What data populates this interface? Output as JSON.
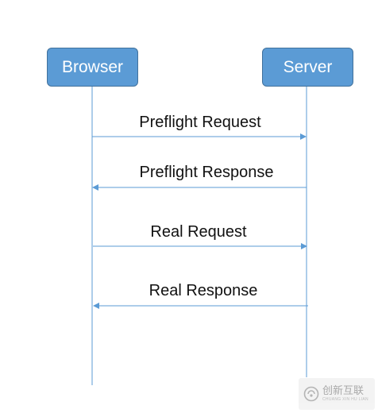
{
  "actors": [
    {
      "name": "Browser"
    },
    {
      "name": "Server"
    }
  ],
  "messages": [
    {
      "label": "Preflight Request",
      "from": "Browser",
      "to": "Server"
    },
    {
      "label": "Preflight Response",
      "from": "Server",
      "to": "Browser"
    },
    {
      "label": "Real Request",
      "from": "Browser",
      "to": "Server"
    },
    {
      "label": "Real Response",
      "from": "Server",
      "to": "Browser"
    }
  ],
  "colors": {
    "actor_fill": "#5b9bd5",
    "actor_border": "#41719c",
    "line": "#5b9bd5"
  },
  "watermark": {
    "text": "创新互联",
    "subtext": "CHUANG XIN HU LIAN"
  }
}
